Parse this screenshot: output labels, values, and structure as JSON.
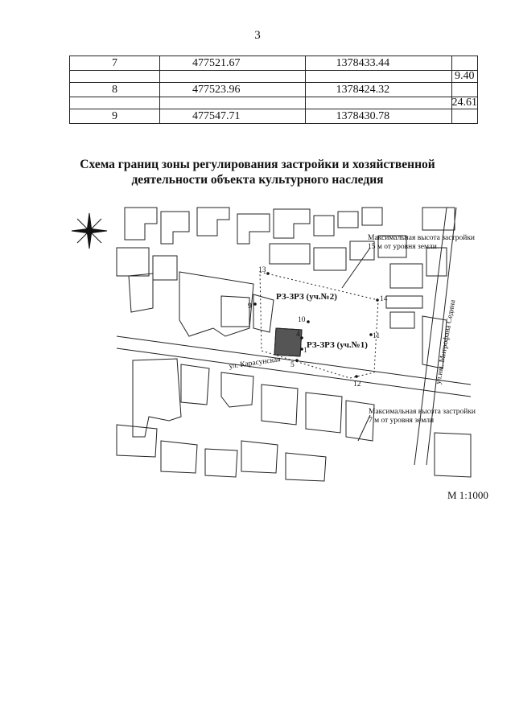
{
  "page_number": "3",
  "coordinates_table": [
    [
      "7",
      "477521.67",
      "1378433.44",
      ""
    ],
    [
      "",
      "",
      "",
      "9.40"
    ],
    [
      "8",
      "477523.96",
      "1378424.32",
      ""
    ],
    [
      "",
      "",
      "",
      "24.61"
    ],
    [
      "9",
      "477547.71",
      "1378430.78",
      ""
    ]
  ],
  "title_line1": "Схема границ зоны регулирования застройки и хозяйственной",
  "title_line2": "деятельности объекта культурного наследия",
  "map": {
    "note_top_line1": "Максимальная высота застройки",
    "note_top_line2": "15 м от уровня земли",
    "note_bottom_line1": "Максимальная высота застройки",
    "note_bottom_line2": "7 м от уровня земли",
    "zone_2": "РЗ-ЗРЗ (уч.№2)",
    "zone_1": "РЗ-ЗРЗ (уч.№1)",
    "street_1": "ул. Карасунская",
    "street_2": "ул.им. Митрофана Седина",
    "points": [
      "13",
      "9",
      "14",
      "10",
      "4",
      "11",
      "1",
      "5",
      "12"
    ]
  },
  "scale": "М 1:1000",
  "icons": {
    "north_arrow": "compass-rose-icon"
  }
}
